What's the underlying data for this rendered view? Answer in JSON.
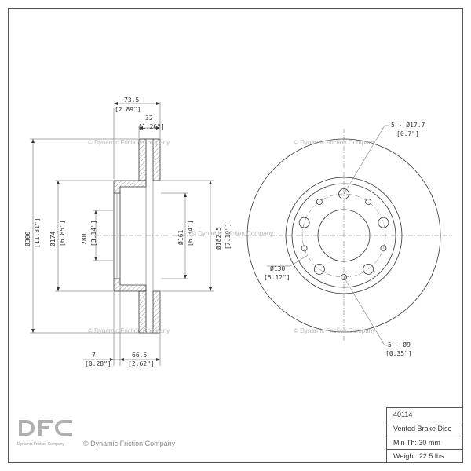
{
  "watermark": "© Dynamic Friction Company",
  "side_view": {
    "dim_total_width": "73.5",
    "dim_total_width_in": "[2.89\"]",
    "dim_rotor_thickness": "32",
    "dim_rotor_thickness_in": "[1.26\"]",
    "dim_outer_diameter": "Ø300",
    "dim_outer_diameter_in": "[11.81\"]",
    "dim_hat_diameter": "Ø174",
    "dim_hat_diameter_in": "[6.85\"]",
    "dim_center_bore": "Ø161",
    "dim_center_bore_in": "[6.34\"]",
    "dim_inner_diameter": "Ø182.5",
    "dim_inner_diameter_in": "[7.19\"]",
    "dim_hub_height": "280",
    "dim_hub_height_in": "[3.14\"]",
    "dim_hat_thickness": "7",
    "dim_hat_thickness_in": "[0.28\"]",
    "dim_offset": "66.5",
    "dim_offset_in": "[2.62\"]"
  },
  "front_view": {
    "bolt_holes": "5 - Ø17.7",
    "bolt_holes_in": "[0.7\"]",
    "bolt_circle": "Ø130",
    "bolt_circle_in": "[5.12\"]",
    "small_holes": "5 - Ø9",
    "small_holes_in": "[0.35\"]"
  },
  "info": {
    "part_number": "40114",
    "type": "Vented Brake Disc",
    "min_thickness": "Min Th: 30 mm",
    "weight": "Weight: 22.5 lbs"
  },
  "logo": {
    "text": "DFC",
    "caption": "Dynamic Friction Company"
  },
  "footer": {
    "watermark": "© Dynamic Friction Company"
  }
}
